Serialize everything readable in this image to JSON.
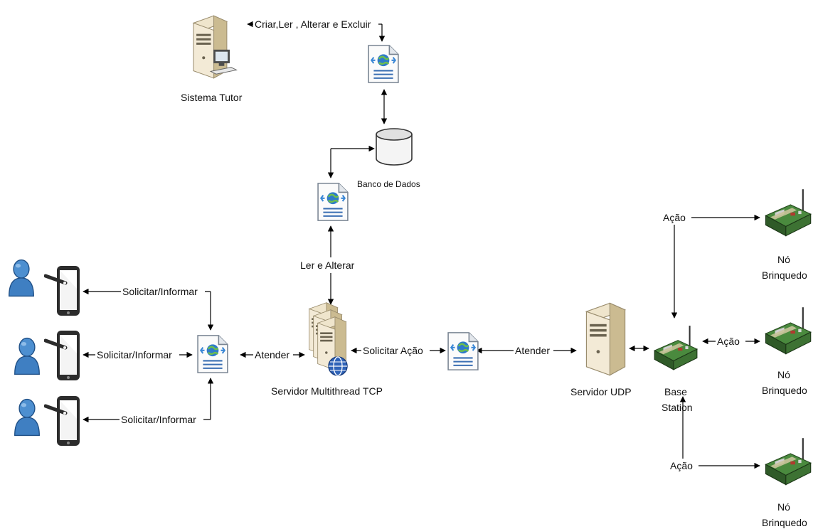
{
  "nodes": {
    "tutor": "Sistema Tutor",
    "database": "Banco de Dados",
    "tcp_server": "Servidor Multithread TCP",
    "udp_server": "Servidor UDP",
    "base_station_line1": "Base",
    "base_station_line2": "Station",
    "toy_line1": "Nó",
    "toy_line2": "Brinquedo"
  },
  "edges": {
    "tutor_crud": "Criar,Ler , Alterar e Excluir",
    "read_write": "Ler e Alterar",
    "request_inform": "Solicitar/Informar",
    "serve": "Atender",
    "request_action": "Solicitar Ação",
    "action": "Ação"
  },
  "icons": {
    "server": "server-tower-icon",
    "web_document": "web-document-icon",
    "database": "database-cylinder-icon",
    "user": "user-icon",
    "tablet": "tablet-icon",
    "sensor_node": "sensor-node-icon"
  }
}
